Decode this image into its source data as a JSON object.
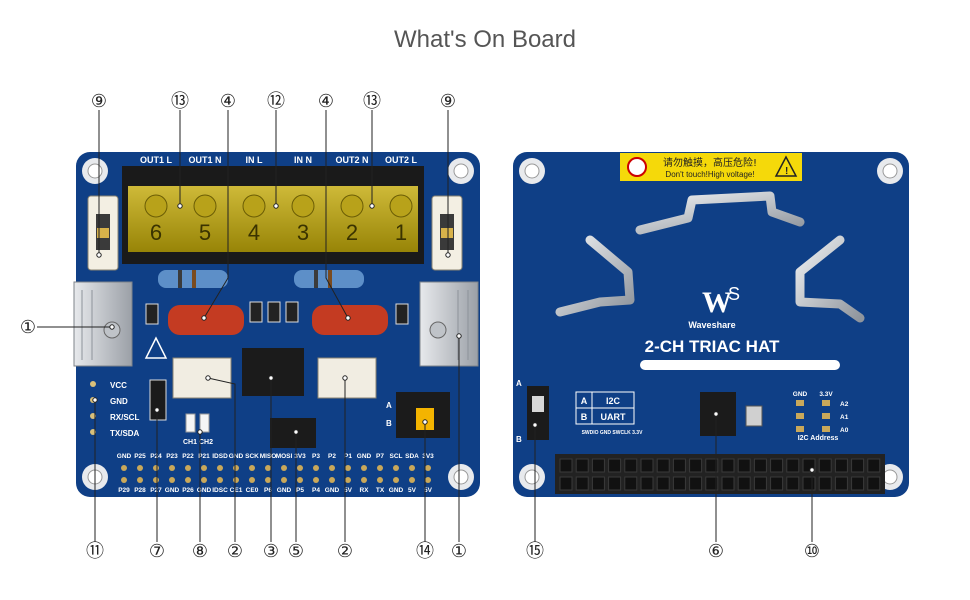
{
  "title": "What's On Board",
  "front": {
    "terminal_labels": [
      "OUT1 L",
      "OUT1 N",
      "IN L",
      "IN N",
      "OUT2 N",
      "OUT2 L"
    ],
    "terminal_digits": [
      "6",
      "5",
      "4",
      "3",
      "2",
      "1"
    ],
    "pin_labels": [
      "VCC",
      "GND",
      "RX/SCL",
      "TX/SDA"
    ],
    "led_labels": [
      "CH1",
      "CH2"
    ],
    "switch_labels": [
      "A",
      "B"
    ],
    "top_header_labels": [
      "GND",
      "P25",
      "P24",
      "P23",
      "P22",
      "P21",
      "IDSD",
      "GND",
      "SCK",
      "MISO",
      "MOSI",
      "3V3",
      "P3",
      "P2",
      "P1",
      "GND",
      "P7",
      "SCL",
      "SDA",
      "3V3"
    ],
    "bottom_header_labels": [
      "P29",
      "P28",
      "P27",
      "GND",
      "P26",
      "GND",
      "IDSC",
      "CE1",
      "CE0",
      "P6",
      "GND",
      "P5",
      "P4",
      "GND",
      "5V",
      "RX",
      "TX",
      "GND",
      "5V",
      "5V"
    ]
  },
  "back": {
    "warning_cn": "请勿触摸，高压危险!",
    "warning_en": "Don't touch!High voltage!",
    "brand": "Waveshare",
    "product": "2-CH TRIAC HAT",
    "switch_labels": [
      "A",
      "B"
    ],
    "mode_rows": [
      {
        "key": "A",
        "value": "I2C"
      },
      {
        "key": "B",
        "value": "UART"
      }
    ],
    "swd_label": "SWDIO GND SWCLK 3.3V",
    "addr_header": [
      "GND",
      "3.3V"
    ],
    "addr_rows": [
      "A2",
      "A1",
      "A0"
    ],
    "addr_caption": "I2C Address"
  },
  "callouts": {
    "top": [
      "⑨",
      "⑬",
      "④",
      "⑫",
      "④",
      "⑬",
      "⑨"
    ],
    "bottom": [
      "⑪",
      "⑦",
      "⑧",
      "②",
      "③",
      "⑤",
      "②",
      "⑭",
      "①",
      "⑮",
      "⑥",
      "⑩"
    ],
    "side": [
      "①"
    ]
  },
  "colors": {
    "pcb": "#0f3f86",
    "terminal": "#c2aa0c",
    "warning_bg": "#f5d90a",
    "jumper": "#f4b400",
    "header": "#222222",
    "heatsink": "#c9cdd2"
  }
}
